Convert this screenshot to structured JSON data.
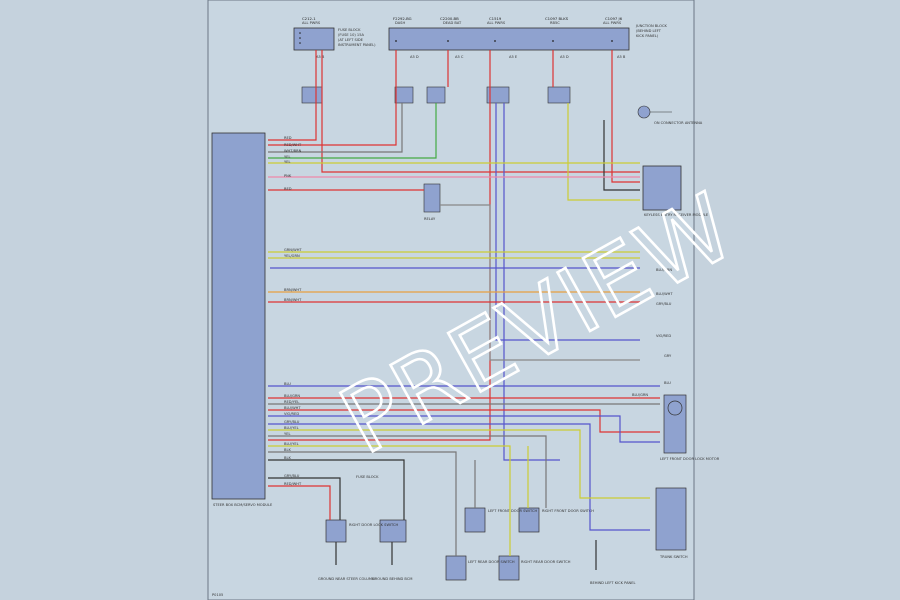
{
  "diagram": {
    "sheet_id": "P0105",
    "watermark": "PREVIEW",
    "top_fuses": [
      {
        "label": "C212-1",
        "sub": "ALL PWRS"
      },
      {
        "label": "F2292-BG",
        "sub": "DASH"
      },
      {
        "label": "C2200-BB",
        "sub": "DEAD BAT"
      },
      {
        "label": "C1519",
        "sub": "ALL PWRS"
      },
      {
        "label": "C1097 BLKS",
        "sub": "RB5C"
      },
      {
        "label": "C1097 J6",
        "sub": "ALL PWRS"
      }
    ],
    "module_label": "STEER BOX BCM/SERVO MODULE",
    "wire_labels_left": [
      "RED",
      "RED/WHT",
      "WHT/BRN",
      "YEL",
      "YEL",
      "PNK",
      "RED",
      "GRN/WHT",
      "YEL/GRN",
      "BRN/WHT",
      "BRN/WHT",
      "BLU",
      "BLU/GRN",
      "RED/YEL",
      "BLU/WHT",
      "VIO/RED",
      "GRY/BLU",
      "BLU/YEL",
      "YEL",
      "BLU/YEL",
      "BLK",
      "BLK",
      "GRY/BLU",
      "RED/WHT"
    ],
    "components": {
      "antenna": "ON CONNECTOR ANTENNA",
      "control_unit": "KEYLESS ENTRY RECEIVER MODULE",
      "relay": "RELAY",
      "door_lock_left": "LEFT FRONT DOOR LOCK MOTOR",
      "door_lock_right": "RIGHT DOOR LOCK SWITCH",
      "trunk": "TRUNK SWITCH",
      "sw1": "LEFT REAR DOOR SWITCH",
      "sw2": "RIGHT REAR DOOR SWITCH",
      "sw3": "LEFT FRONT DOOR SWITCH",
      "sw4": "RIGHT FRONT DOOR SWITCH",
      "ground1": "GROUND NEAR STEER COLUMN",
      "ground2": "GROUND BEHIND BCM",
      "ground3": "BEHIND LEFT KICK PANEL",
      "fuse_note": "FUSE BLOCK",
      "right_labels": [
        "BLU/GRN",
        "BLU/WHT",
        "GRY/BLU",
        "VIO/RED",
        "GRY",
        "BLU",
        "BLU/GRN"
      ]
    }
  }
}
